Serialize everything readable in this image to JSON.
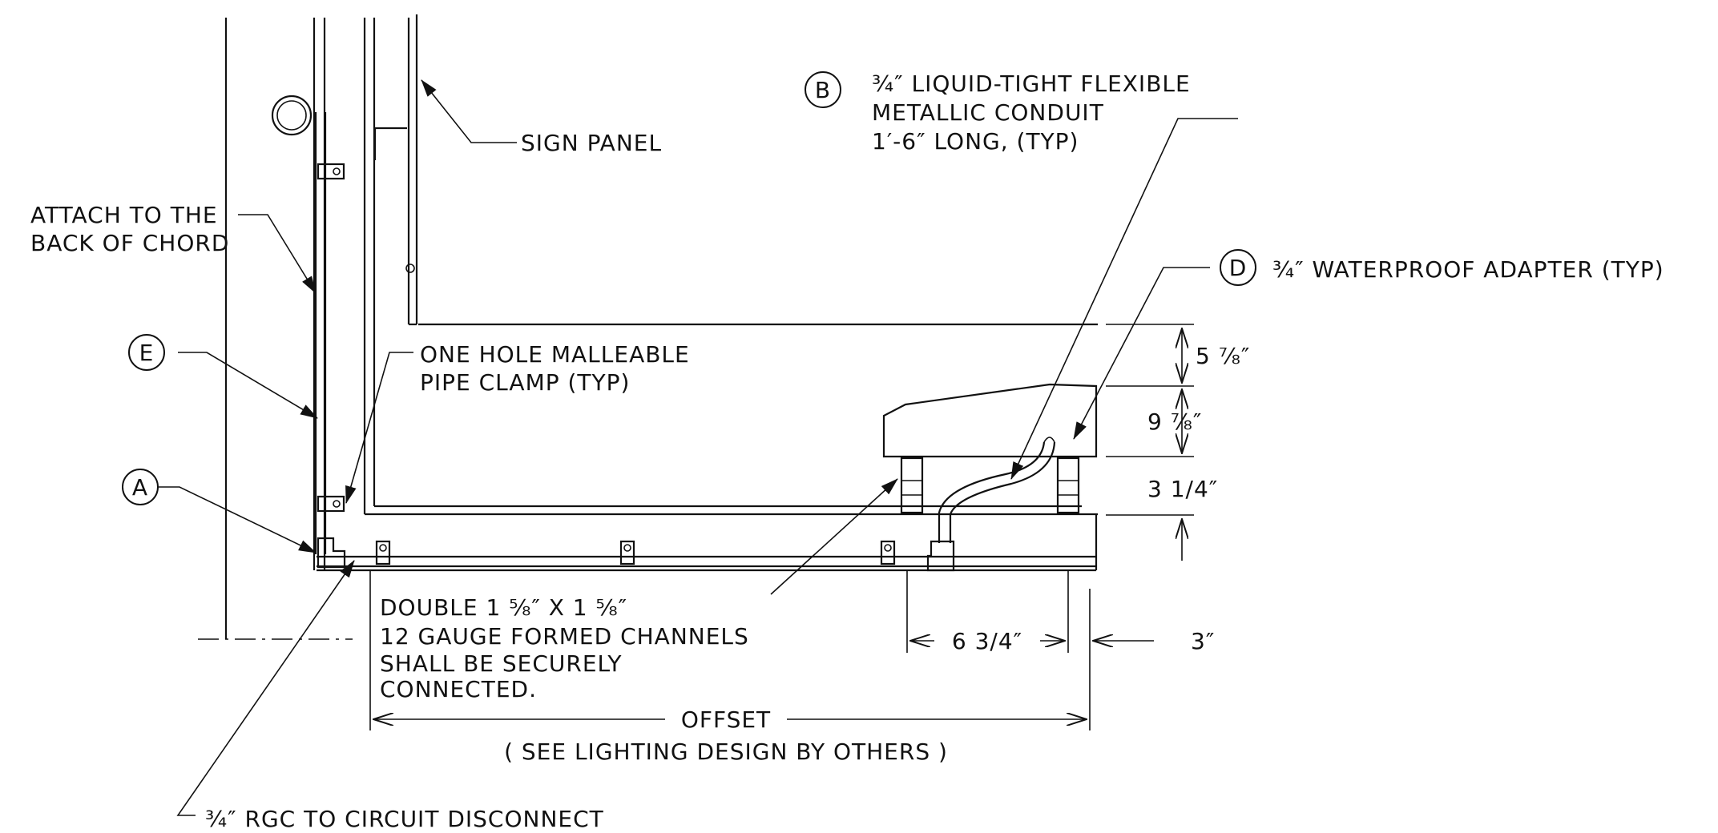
{
  "labels": {
    "sign_panel": "SIGN PANEL",
    "attach_line1": "ATTACH TO THE",
    "attach_line2": "BACK OF CHORD",
    "clamp_line1": "ONE HOLE MALLEABLE",
    "clamp_line2": "PIPE CLAMP (TYP)",
    "conduit_line1": "¾″ LIQUID-TIGHT FLEXIBLE",
    "conduit_line2": "METALLIC CONDUIT",
    "conduit_line3": "1′-6″ LONG, (TYP)",
    "adapter": "¾″ WATERPROOF ADAPTER (TYP)",
    "channels_line1": "DOUBLE 1 ⅝″ X 1 ⅝″",
    "channels_line2": "12 GAUGE FORMED CHANNELS",
    "channels_line3": "SHALL BE SECURELY",
    "channels_line4": "CONNECTED.",
    "offset": "OFFSET",
    "offset_note": "( SEE LIGHTING DESIGN BY OTHERS )",
    "rgc": "¾″ RGC TO CIRCUIT DISCONNECT"
  },
  "callouts": {
    "a": "A",
    "b": "B",
    "d": "D",
    "e": "E"
  },
  "dimensions": {
    "d_5_7_8": "5 ⅞″",
    "d_9_7_8": "9 ⅞″",
    "d_3_1_4": "3 1/4″",
    "d_6_3_4": "6 3/4″",
    "d_3": "3″"
  }
}
